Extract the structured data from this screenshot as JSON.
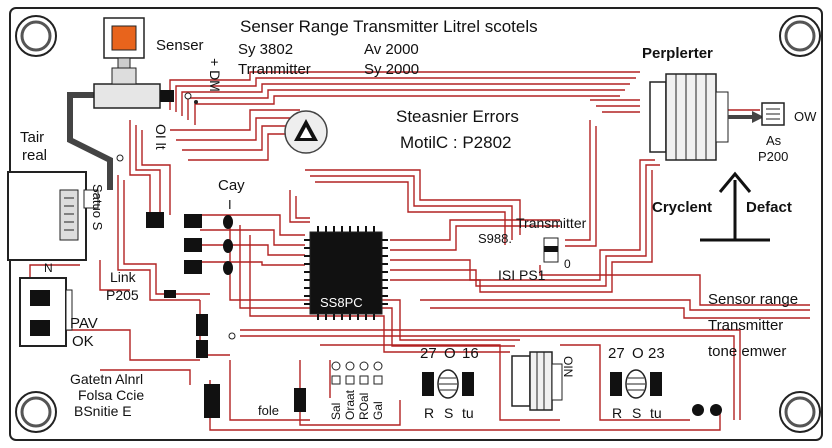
{
  "title": "Senser Range Transmitter Litrel scotels",
  "spec_lines": [
    {
      "left": "Sy 3802",
      "right": "Av 2000"
    },
    {
      "left": "Trranmitter",
      "right": "Sy 2000"
    }
  ],
  "sensor_label": "Senser",
  "sensor_side": "+ DM",
  "sensor_side2": "OI lt",
  "errors_title": "Steasnier Errors",
  "errors_code": "MotilC : P2802",
  "peripheral_label": "Perplerter",
  "ow_label": "OW",
  "as_label": "As",
  "p200_label": "P200",
  "crycle_left": "Cryclent",
  "crycle_right": "Defact",
  "tair_label": "Tair",
  "real_label": "real",
  "connector_side": "Satuo S",
  "cay_label": "Cay",
  "cay_tick": "I",
  "transmitter_label": "Transmitter",
  "s988_label": "S988.",
  "isl_label": "ISI PS1",
  "zero_label": "0",
  "chip_label": "SS8PC",
  "link_label": "Link",
  "p205_label": "P205",
  "pav_label": "PAV",
  "ok_label": "OK",
  "n_label": "N",
  "bottom_left_lines": [
    "Gatetn Alnrl",
    "Folsa Ccie",
    "BSnitie E"
  ],
  "fole_label": "fole",
  "column_labels": [
    "Sal",
    "Oraat",
    "ROal",
    "Gal"
  ],
  "right_text": [
    "Sensor range",
    "Transmitter",
    "tone emwer"
  ],
  "group1_top": [
    "27",
    "O",
    "16"
  ],
  "group1_bottom": [
    "R",
    "S",
    "tu"
  ],
  "group2_top": [
    "27",
    "O",
    "23"
  ],
  "group2_bottom": [
    "R",
    "S",
    "tu"
  ],
  "mid_label": "OIN"
}
